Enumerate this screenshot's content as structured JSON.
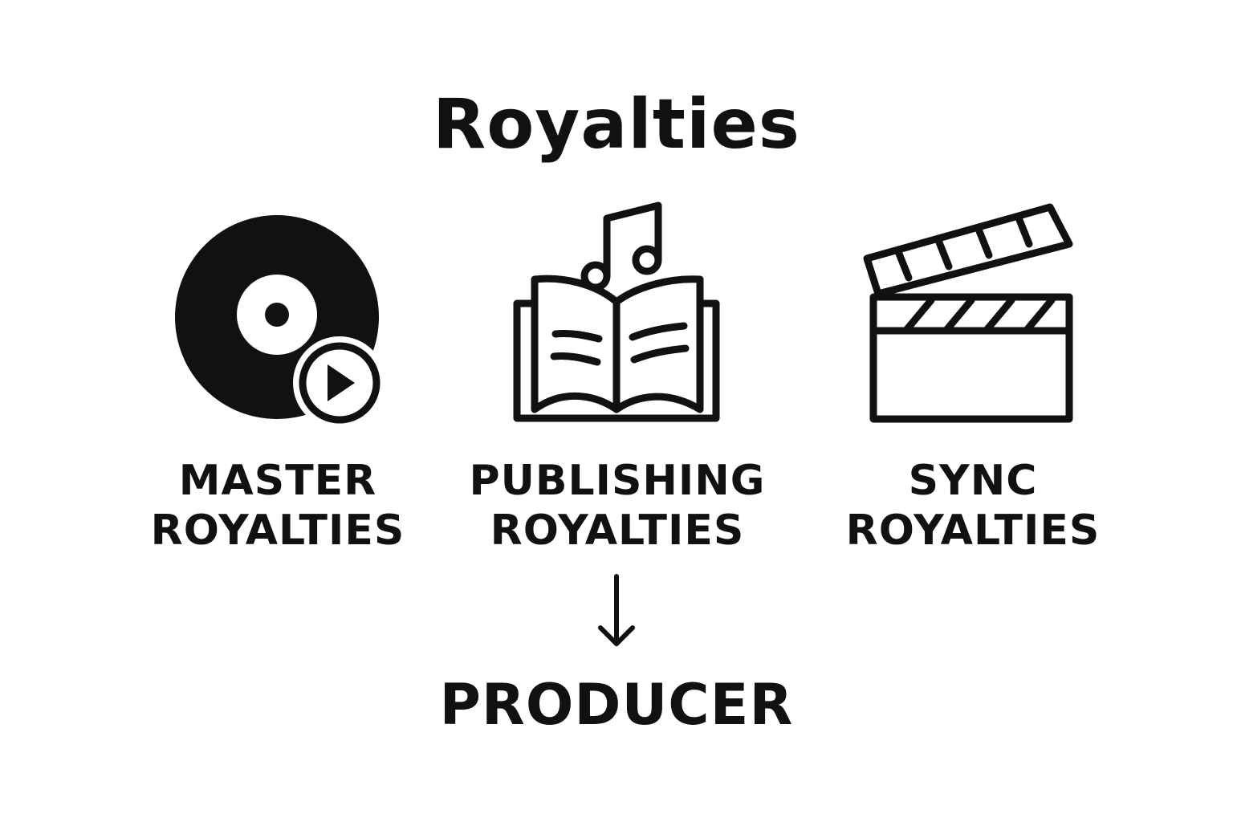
{
  "title": "Royalties",
  "categories": [
    {
      "icon": "vinyl-record-play-icon",
      "line1": "MASTER",
      "line2": "ROYALTIES"
    },
    {
      "icon": "book-music-note-icon",
      "line1": "PUBLISHING",
      "line2": "ROYALTIES"
    },
    {
      "icon": "clapperboard-icon",
      "line1": "SYNC",
      "line2": "ROYALTIES"
    }
  ],
  "arrow_icon": "arrow-down-icon",
  "target": "PRODUCER",
  "colors": {
    "foreground": "#111111",
    "background": "#ffffff"
  }
}
